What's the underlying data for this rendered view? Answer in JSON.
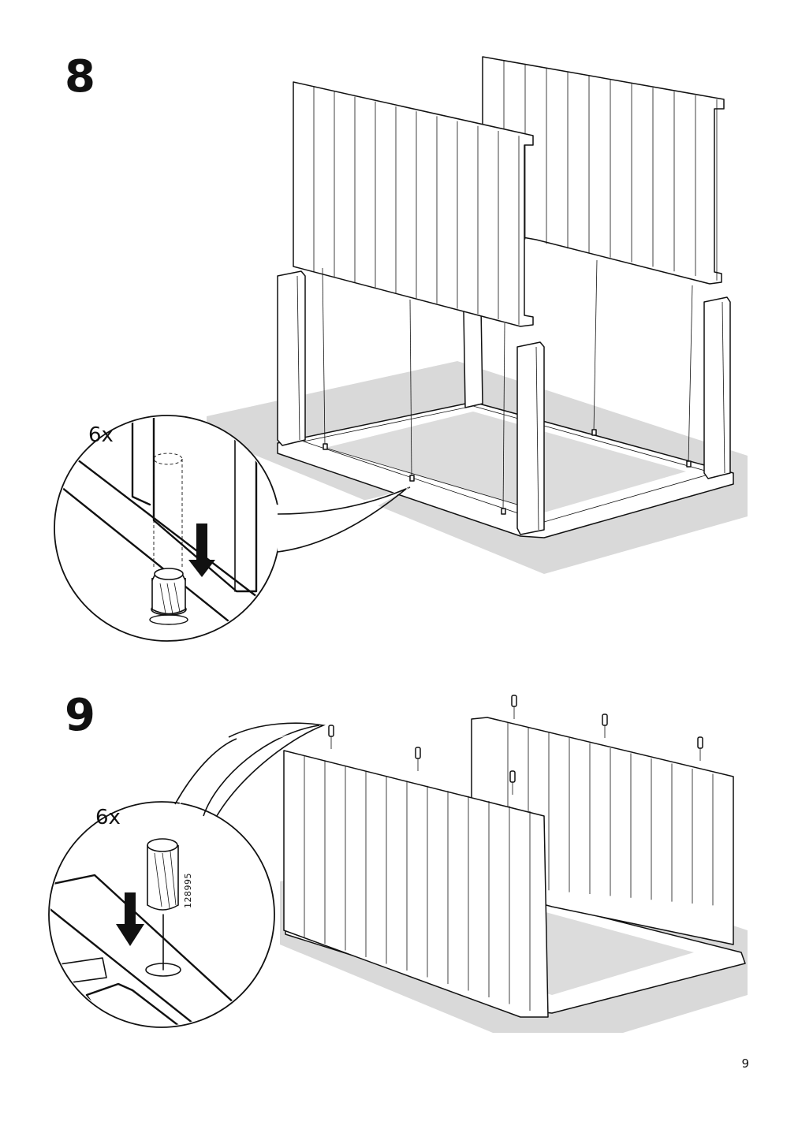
{
  "steps": [
    {
      "number": "8",
      "quantity": "6x",
      "icon": "dowel-insert-icon"
    },
    {
      "number": "9",
      "quantity": "6x",
      "part_number": "128995",
      "icon": "dowel-insert-icon"
    }
  ],
  "page": {
    "number": "9"
  }
}
